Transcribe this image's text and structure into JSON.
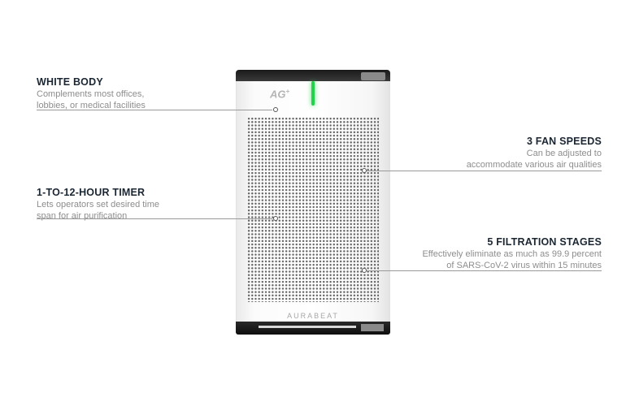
{
  "product": {
    "logo_text": "AG+",
    "brand": "AURABEAT",
    "indicator_color": "#22d24a"
  },
  "features": [
    {
      "title": "WHITE BODY",
      "description_lines": [
        "Complements most offices,",
        "lobbies, or medical facilities"
      ]
    },
    {
      "title": "1-TO-12-HOUR TIMER",
      "description_lines": [
        "Lets operators set desired time",
        "span for air purification"
      ]
    },
    {
      "title": "3 FAN SPEEDS",
      "description_lines": [
        "Can be adjusted to",
        "accommodate various air qualities"
      ]
    },
    {
      "title": "5 FILTRATION STAGES",
      "description_lines": [
        "Effectively eliminate as much as 99.9 percent",
        "of SARS-CoV-2 virus within 15 minutes"
      ]
    }
  ],
  "colors": {
    "title": "#1b2633",
    "description": "#8d8d8d",
    "leader_line": "#9a9a9a"
  }
}
